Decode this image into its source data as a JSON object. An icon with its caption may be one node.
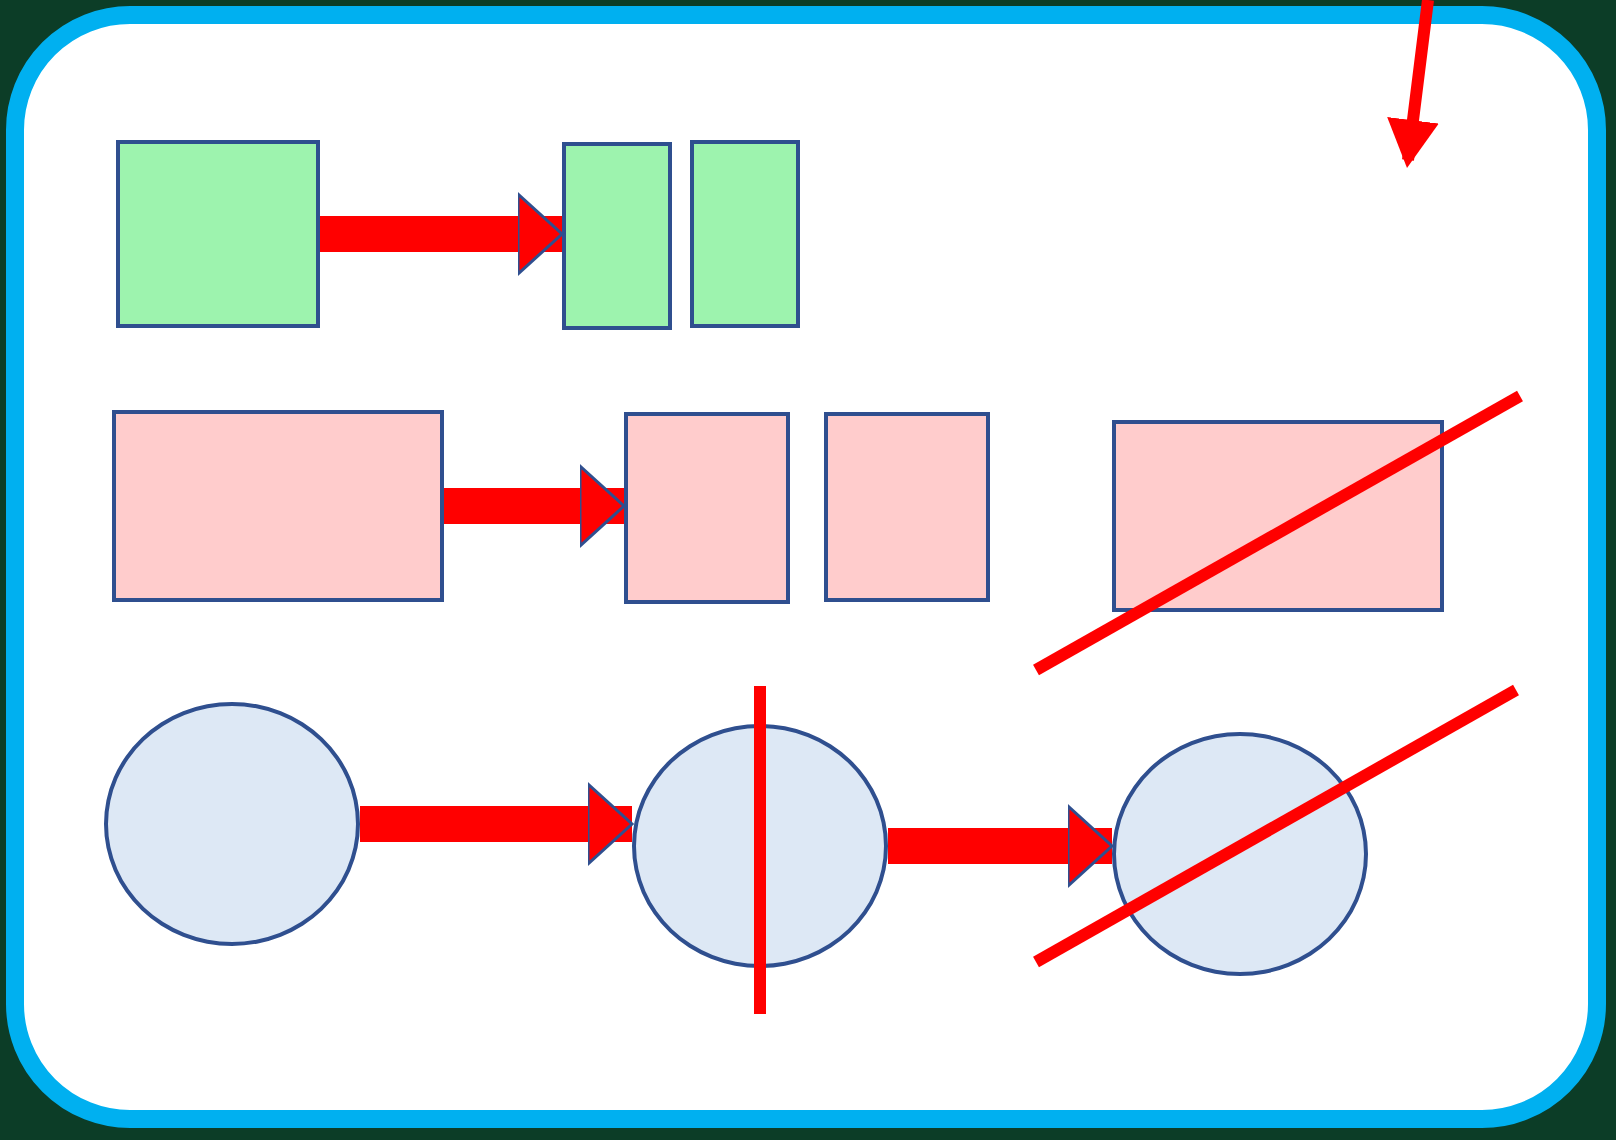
{
  "diagram": {
    "nodes": [
      {
        "text": [],
        "shape": "box"
      },
      {
        "text": [],
        "shape": "box"
      },
      {
        "text": [],
        "shape": "box"
      },
      {
        "text": [],
        "shape": "box"
      },
      {
        "text": [],
        "shape": "box"
      },
      {
        "text": [],
        "shape": "box"
      },
      {
        "text": [],
        "shape": "box"
      },
      {
        "text": [],
        "shape": "circle"
      },
      {
        "text": [],
        "shape": "circle"
      },
      {
        "text": [],
        "shape": "circle"
      }
    ],
    "edges": [
      {
        "from": 0,
        "to": 1,
        "arrow": "to"
      },
      {
        "from": 3,
        "to": 4,
        "arrow": "to"
      },
      {
        "from": 7,
        "to": 8,
        "arrow": "to"
      },
      {
        "from": 8,
        "to": 9,
        "arrow": "to"
      }
    ]
  }
}
